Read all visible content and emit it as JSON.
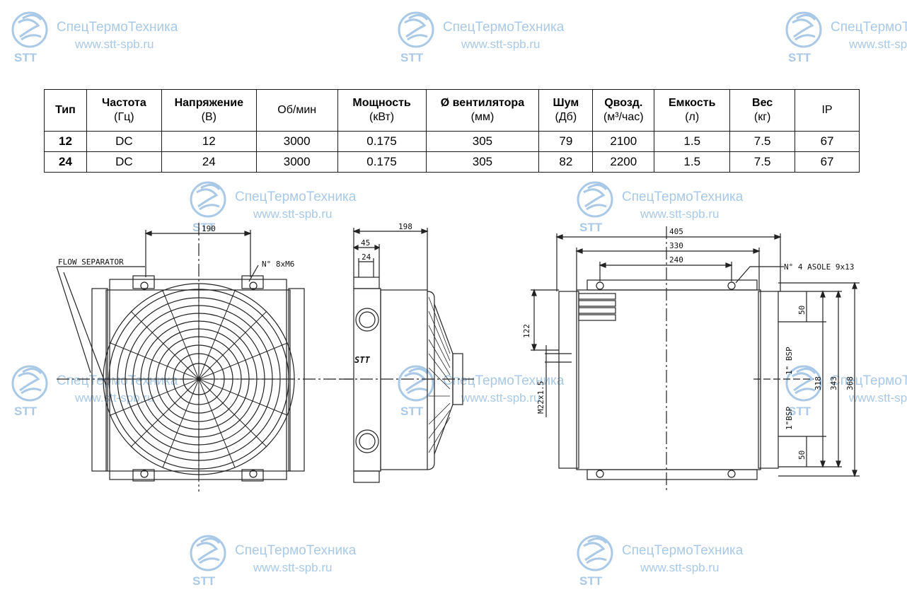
{
  "watermark": {
    "company": "СпецТермоТехника",
    "url": "www.stt-spb.ru",
    "logo_text": "STT",
    "color": "#a9c9e6"
  },
  "table": {
    "headers": [
      {
        "bold": "Тип",
        "sub": ""
      },
      {
        "bold": "Частота",
        "sub": "(Гц)"
      },
      {
        "bold": "Напряжение",
        "sub": "(В)"
      },
      {
        "bold": "",
        "sub": "Об/мин"
      },
      {
        "bold": "Мощность",
        "sub": "(кВт)"
      },
      {
        "bold": "Ø вентилятора",
        "sub": "(мм)"
      },
      {
        "bold": "Шум",
        "sub": "(Дб)"
      },
      {
        "bold": "Qвозд.",
        "sub": "(м³/час)"
      },
      {
        "bold": "Емкость",
        "sub": "(л)"
      },
      {
        "bold": "Вес",
        "sub": "(кг)"
      },
      {
        "bold": "",
        "sub": "IP"
      }
    ],
    "rows": [
      [
        "12",
        "DC",
        "12",
        "3000",
        "0.175",
        "305",
        "79",
        "2100",
        "1.5",
        "7.5",
        "67"
      ],
      [
        "24",
        "DC",
        "24",
        "3000",
        "0.175",
        "305",
        "82",
        "2200",
        "1.5",
        "7.5",
        "67"
      ]
    ]
  },
  "drawing": {
    "front": {
      "dim_top": "190",
      "label_separator": "FLOW SEPARATOR",
      "label_holes": "N° 8xM6"
    },
    "side": {
      "dim_total": "198",
      "dim_45": "45",
      "dim_24": "24",
      "logo": "STT"
    },
    "rear": {
      "dim_405": "405",
      "dim_330": "330",
      "dim_240": "240",
      "label_slots": "N° 4 ASOLE 9x13",
      "dim_122": "122",
      "dim_thread": "M22x1.5",
      "dim_50_top": "50",
      "dim_50_bottom": "50",
      "port_top": "1\" BSP",
      "port_bottom": "1\"BSP",
      "dim_318": "318",
      "dim_343": "343",
      "dim_368": "368"
    }
  }
}
